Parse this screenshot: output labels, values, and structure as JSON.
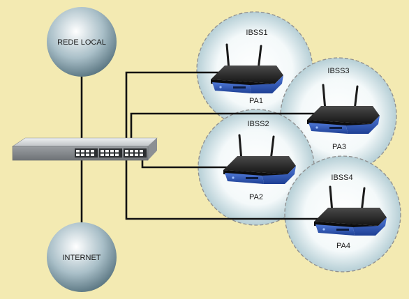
{
  "nodes": {
    "local_network": "REDE LOCAL",
    "internet": "INTERNET"
  },
  "cells": [
    {
      "id": "ibss1",
      "label": "IBSS1",
      "ap_label": "PA1"
    },
    {
      "id": "ibss2",
      "label": "IBSS2",
      "ap_label": "PA2"
    },
    {
      "id": "ibss3",
      "label": "IBSS3",
      "ap_label": "PA3"
    },
    {
      "id": "ibss4",
      "label": "IBSS4",
      "ap_label": "PA4"
    }
  ],
  "colors": {
    "background": "#f3eab2",
    "cable": "#111111",
    "router_body": "#1f1f1f",
    "router_front": "#2c54b0",
    "cell_border": "#8f8f8f",
    "node_fill": "#7f9aa6"
  },
  "icons": [
    "switch-icon",
    "router-icon",
    "globe-node-icon"
  ]
}
